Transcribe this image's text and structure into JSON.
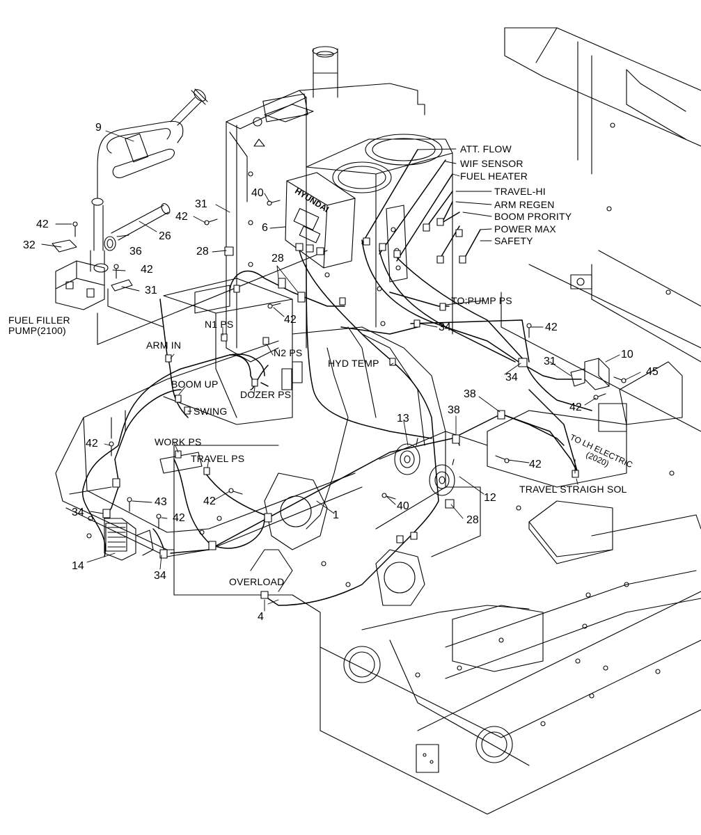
{
  "diagram": {
    "part_numbers": {
      "p1": "1",
      "p4": "4",
      "p6": "6",
      "p9": "9",
      "p10": "10",
      "p12": "12",
      "p13": "13",
      "p14": "14",
      "p26": "26",
      "p28a": "28",
      "p28b": "28",
      "p28c": "28",
      "p31a": "31",
      "p31b": "31",
      "p31c": "31",
      "p32": "32",
      "p34a": "34",
      "p34b": "34",
      "p34c": "34",
      "p34d": "34",
      "p36": "36",
      "p38a": "38",
      "p38b": "38",
      "p40a": "40",
      "p40b": "40",
      "p42a": "42",
      "p42b": "42",
      "p42c": "42",
      "p42d": "42",
      "p42e": "42",
      "p42f": "42",
      "p42g": "42",
      "p42h": "42",
      "p42i": "42",
      "p42j": "42",
      "p43": "43",
      "p45": "45"
    },
    "connectors": {
      "att_flow": "ATT. FLOW",
      "wif_sensor": "WIF SENSOR",
      "fuel_heater": "FUEL HEATER",
      "travel_hi": "TRAVEL-HI",
      "arm_regen": "ARM REGEN",
      "boom_prority": "BOOM PRORITY",
      "power_max": "POWER MAX",
      "safety": "SAFETY",
      "to_pump_ps": "TO:PUMP PS",
      "n1_ps": "N1 PS",
      "n2_ps": "N2 PS",
      "arm_in": "ARM IN",
      "boom_up": "BOOM UP",
      "swing": "SWING",
      "dozer_ps": "DOZER PS",
      "hyd_temp": "HYD TEMP",
      "work_ps": "WORK PS",
      "travel_ps": "TRAVEL PS",
      "overload": "OVERLOAD",
      "travel_straigh_sol": "TRAVEL STRAIGH SOL",
      "to_lh_electric": "TO LH ELECTRIC\n(2020)",
      "fuel_filler_pump": "FUEL FILLER\nPUMP(2100)",
      "brand": "HYUNDAI"
    }
  }
}
